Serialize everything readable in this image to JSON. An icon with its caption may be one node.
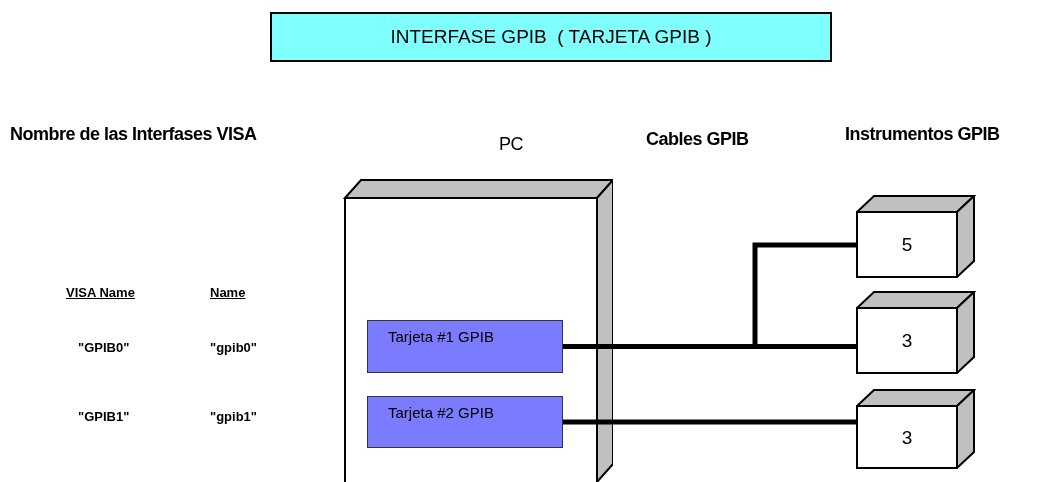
{
  "diagram": {
    "title": "INTERFASE GPIB  ( TARJETA GPIB )",
    "nodes": [
      {
        "text": [
          "PC"
        ]
      },
      {
        "text": [
          "Tarjeta #1 GPIB"
        ],
        "in": 0
      },
      {
        "text": [
          "Tarjeta #2 GPIB"
        ],
        "in": 0
      },
      {
        "text": [
          "5"
        ]
      },
      {
        "text": [
          "3"
        ]
      },
      {
        "text": [
          "3"
        ]
      }
    ],
    "edges": [
      {
        "from": 1,
        "to": 3,
        "arrow": "none"
      },
      {
        "from": 1,
        "to": 4,
        "arrow": "none"
      },
      {
        "from": 2,
        "to": 5,
        "arrow": "none"
      }
    ],
    "labels": [
      "Nombre de las Interfases VISA",
      "Cables GPIB",
      "Instrumentos GPIB",
      "VISA Name",
      "Name",
      "\"GPIB0\"",
      "\"gpib0\"",
      "\"GPIB1\"",
      "\"gpib1\""
    ]
  }
}
